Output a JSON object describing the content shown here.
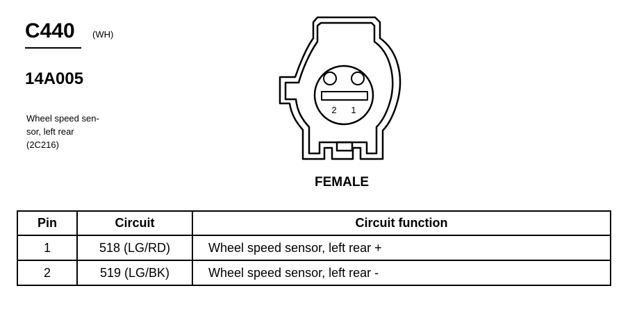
{
  "connector": {
    "id": "C440",
    "color_code": "(WH)",
    "part_number": "14A005",
    "description_lines": [
      "Wheel speed sen-",
      "sor, left rear",
      "(2C216)"
    ]
  },
  "diagram": {
    "pin_labels": [
      "2",
      "1"
    ],
    "gender_label": "FEMALE"
  },
  "table": {
    "headers": [
      "Pin",
      "Circuit",
      "Circuit function"
    ],
    "rows": [
      {
        "pin": "1",
        "circuit": "518 (LG/RD)",
        "function": "Wheel speed sensor, left rear +"
      },
      {
        "pin": "2",
        "circuit": "519 (LG/BK)",
        "function": "Wheel speed sensor, left rear -"
      }
    ]
  }
}
